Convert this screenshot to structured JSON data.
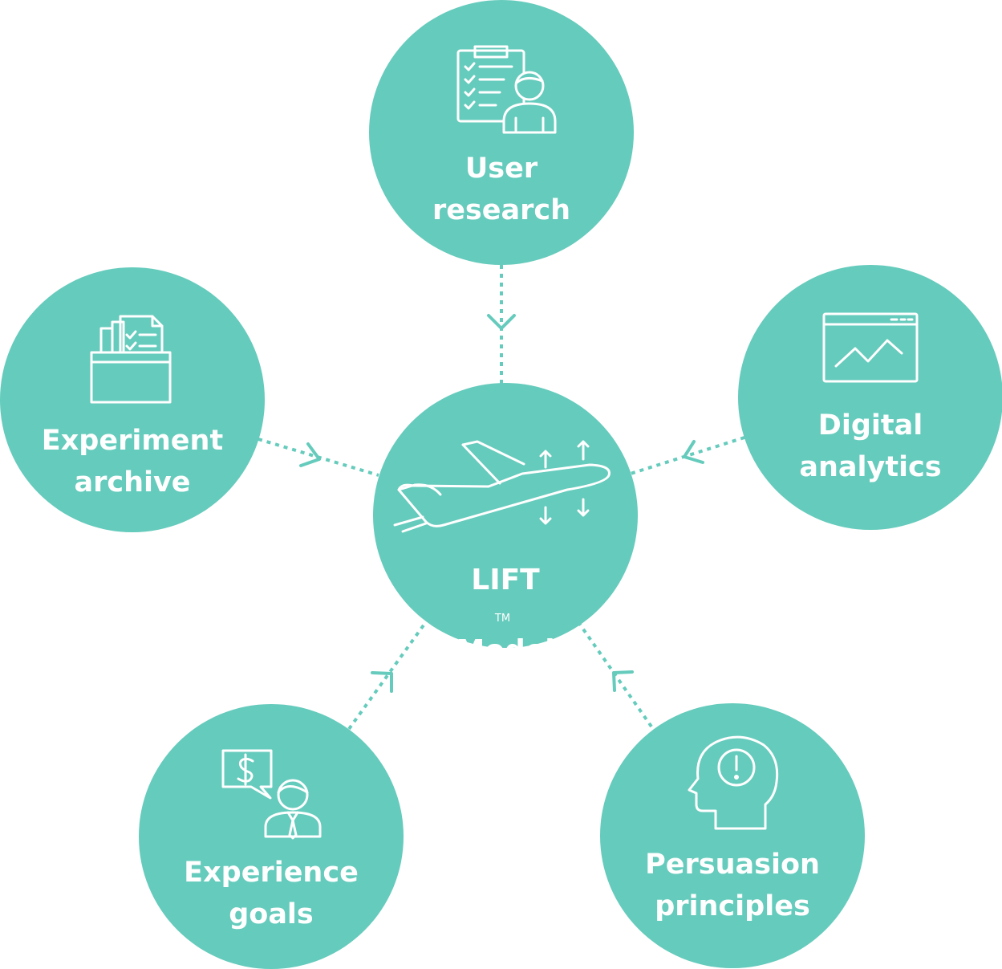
{
  "diagram": {
    "accent_color": "#65cbbc",
    "connector_color": "#65cbbc",
    "center": {
      "name": "LIFT",
      "trademark": "TM",
      "suffix": "Model",
      "icon": "airplane-takeoff-icon"
    },
    "nodes": [
      {
        "id": "user-research",
        "lines": [
          "User",
          "research"
        ],
        "icon": "clipboard-person-icon"
      },
      {
        "id": "experiment-archive",
        "lines": [
          "Experiment",
          "archive"
        ],
        "icon": "folder-documents-icon"
      },
      {
        "id": "digital-analytics",
        "lines": [
          "Digital",
          "analytics"
        ],
        "icon": "browser-chart-icon"
      },
      {
        "id": "experience-goals",
        "lines": [
          "Experience",
          "goals"
        ],
        "icon": "dollar-speech-person-icon"
      },
      {
        "id": "persuasion-principles",
        "lines": [
          "Persuasion",
          "principles"
        ],
        "icon": "head-exclamation-icon"
      }
    ],
    "connectors": [
      {
        "from": "user-research",
        "to": "center",
        "style": "dotted-arrow"
      },
      {
        "from": "experiment-archive",
        "to": "center",
        "style": "dotted-arrow"
      },
      {
        "from": "digital-analytics",
        "to": "center",
        "style": "dotted-arrow"
      },
      {
        "from": "experience-goals",
        "to": "center",
        "style": "dotted-arrow"
      },
      {
        "from": "persuasion-principles",
        "to": "center",
        "style": "dotted-arrow"
      }
    ]
  }
}
